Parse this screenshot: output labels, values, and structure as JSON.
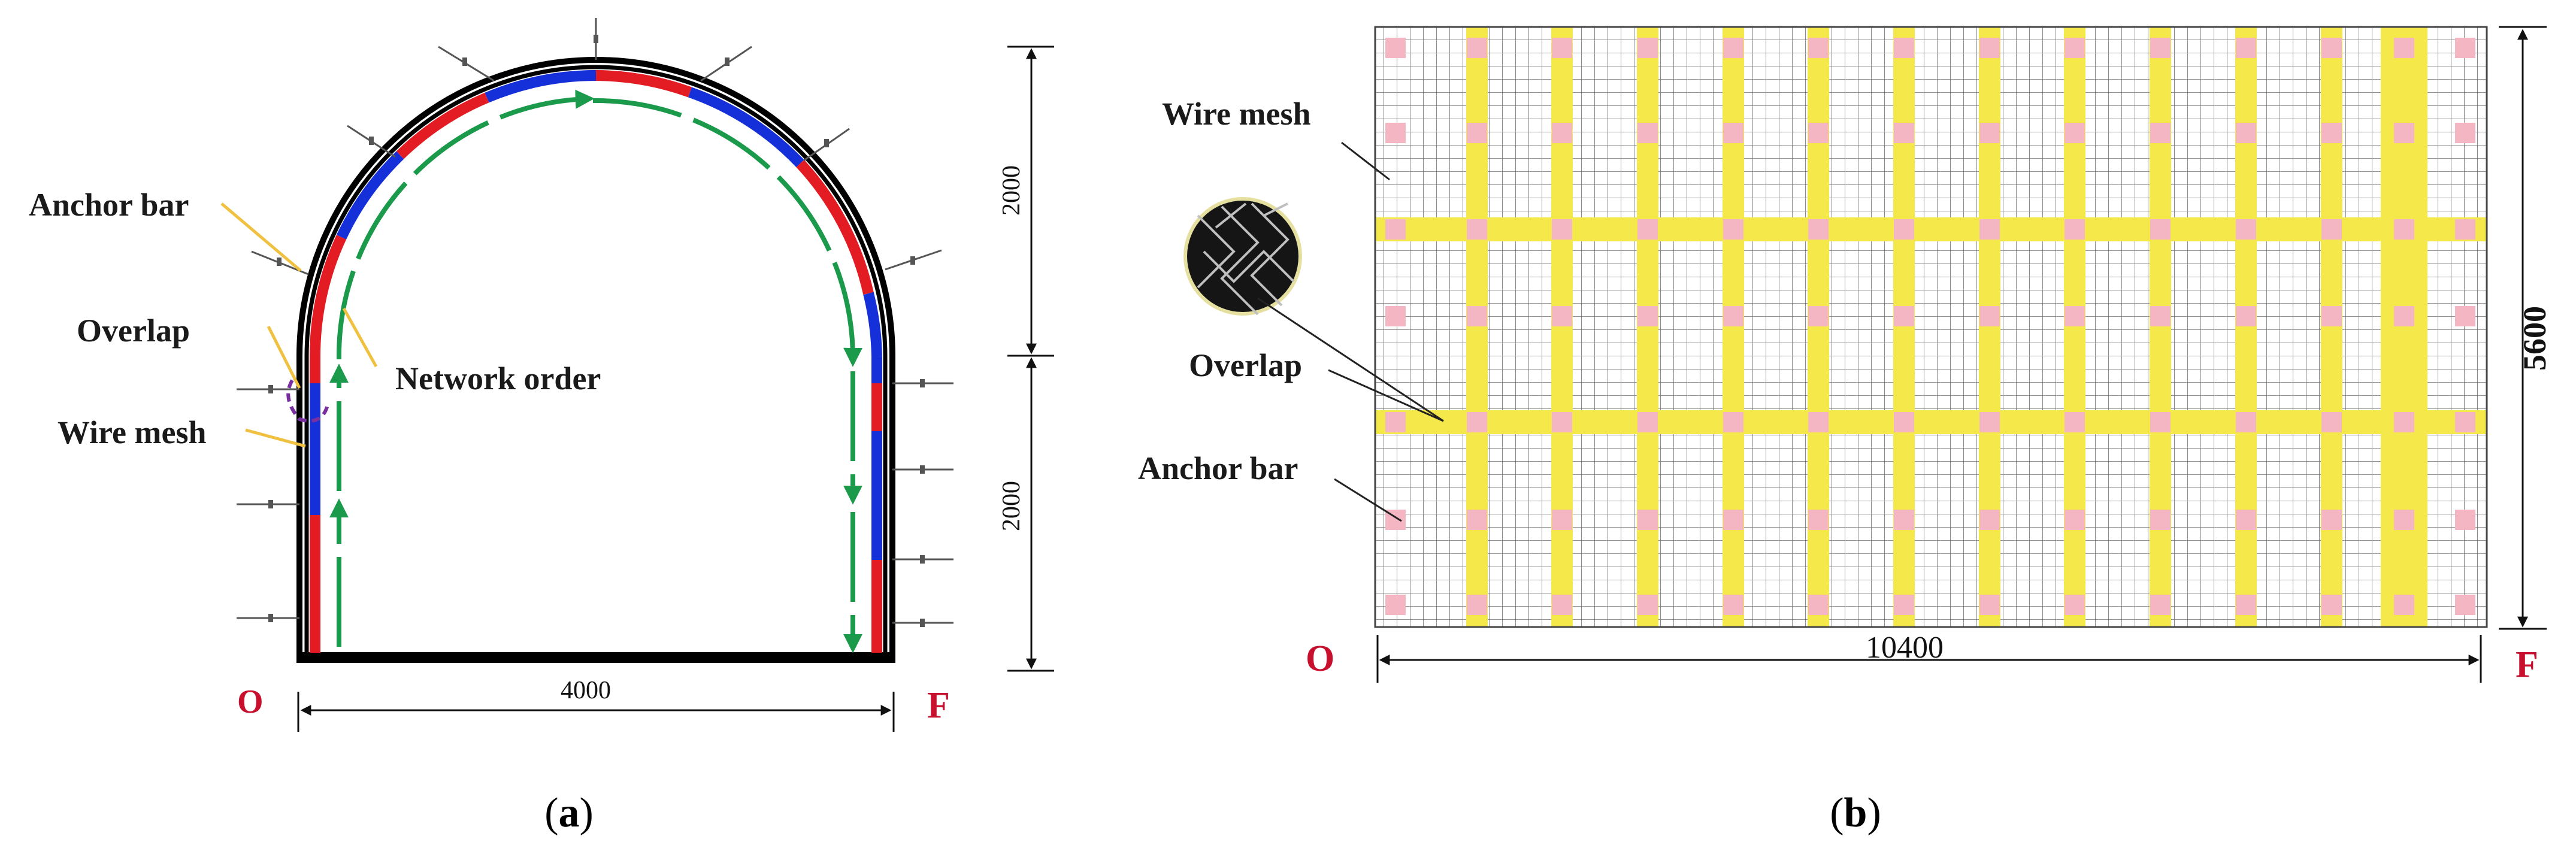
{
  "panel_a": {
    "labels": {
      "anchor_bar": "Anchor bar",
      "overlap": "Overlap",
      "wire_mesh": "Wire mesh",
      "network_order": "Network order"
    },
    "dimensions": {
      "width": "4000",
      "height_top": "2000",
      "height_bottom": "2000"
    },
    "points": {
      "start": "O",
      "end": "F"
    },
    "caption_letter": "a"
  },
  "panel_b": {
    "labels": {
      "wire_mesh": "Wire mesh",
      "overlap": "Overlap",
      "anchor_bar": "Anchor bar"
    },
    "dimensions": {
      "width": "10400",
      "height": "5600"
    },
    "points": {
      "start": "O",
      "end": "F"
    },
    "caption_letter": "b"
  },
  "colors": {
    "mesh_red": "#e31b23",
    "mesh_blue": "#1530d8",
    "arrow_green": "#1a9a4a",
    "overlap_yellow": "#f4e84a",
    "anchor_pink": "#f4b6c2",
    "label_red": "#c8102e"
  }
}
